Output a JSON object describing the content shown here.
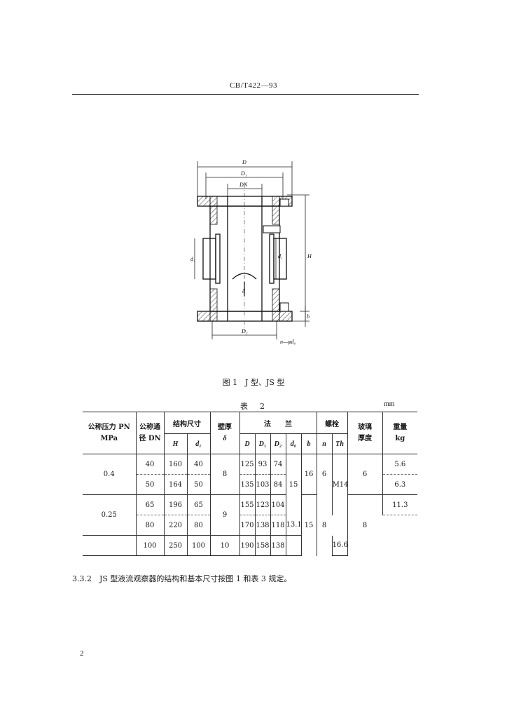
{
  "header": {
    "code": "CB/T422—93"
  },
  "figure": {
    "labels": {
      "D": "D",
      "D1": "D₁",
      "DN": "DN",
      "d1_left": "d₁",
      "d1_right": "d₁",
      "H": "H",
      "delta": "δ",
      "b": "b",
      "D2": "D₂",
      "bolt": "n—φd₀"
    },
    "caption": "图 1　J 型、JS 型"
  },
  "table": {
    "title": "表　2",
    "unit": "mm",
    "headers": {
      "pn_line1": "公称压力 PN",
      "pn_line2": "MPa",
      "dn_line1": "公称通",
      "dn_line2": "径 DN",
      "struct": "结构尺寸",
      "wall": "壁厚",
      "wall_sym": "δ",
      "flange": "法　　兰",
      "bolt": "螺栓",
      "glass_line1": "玻璃",
      "glass_line2": "厚度",
      "weight_line1": "重量",
      "weight_line2": "kg",
      "H": "H",
      "d1": "d₁",
      "D": "D",
      "D1": "D₁",
      "D2": "D₂",
      "d0": "d₀",
      "b": "b",
      "n": "n",
      "Th": "Th"
    },
    "rows": [
      {
        "pn": "0.4",
        "dn": "40",
        "H": "160",
        "d1": "40",
        "delta": "8",
        "D": "125",
        "D1": "93",
        "D2": "74",
        "d0": "",
        "b": "16",
        "n": "6",
        "Th": "M14",
        "glass": "6",
        "weight": "5.6"
      },
      {
        "pn": "",
        "dn": "50",
        "H": "164",
        "d1": "50",
        "delta": "",
        "D": "135",
        "D1": "103",
        "D2": "84",
        "d0": "",
        "b": "",
        "n": "",
        "Th": "",
        "glass": "",
        "weight": "6.3"
      },
      {
        "pn": "0.25",
        "dn": "65",
        "H": "196",
        "d1": "65",
        "delta": "9",
        "D": "155",
        "D1": "123",
        "D2": "104",
        "d0": "15",
        "b": "15",
        "n": "8",
        "Th": "",
        "glass": "8",
        "weight": "11.3"
      },
      {
        "pn": "",
        "dn": "80",
        "H": "220",
        "d1": "80",
        "delta": "",
        "D": "170",
        "D1": "138",
        "D2": "118",
        "d0": "",
        "b": "",
        "n": "",
        "Th": "",
        "glass": "",
        "weight": "13.1"
      },
      {
        "pn": "",
        "dn": "100",
        "H": "250",
        "d1": "100",
        "delta": "10",
        "D": "190",
        "D1": "158",
        "D2": "138",
        "d0": "",
        "b": "",
        "n": "",
        "Th": "",
        "glass": "",
        "weight": "16.6"
      }
    ]
  },
  "clause": "3.3.2　JS 型液流观察器的结构和基本尺寸按图 1 和表 3 规定。",
  "page_number": "2"
}
